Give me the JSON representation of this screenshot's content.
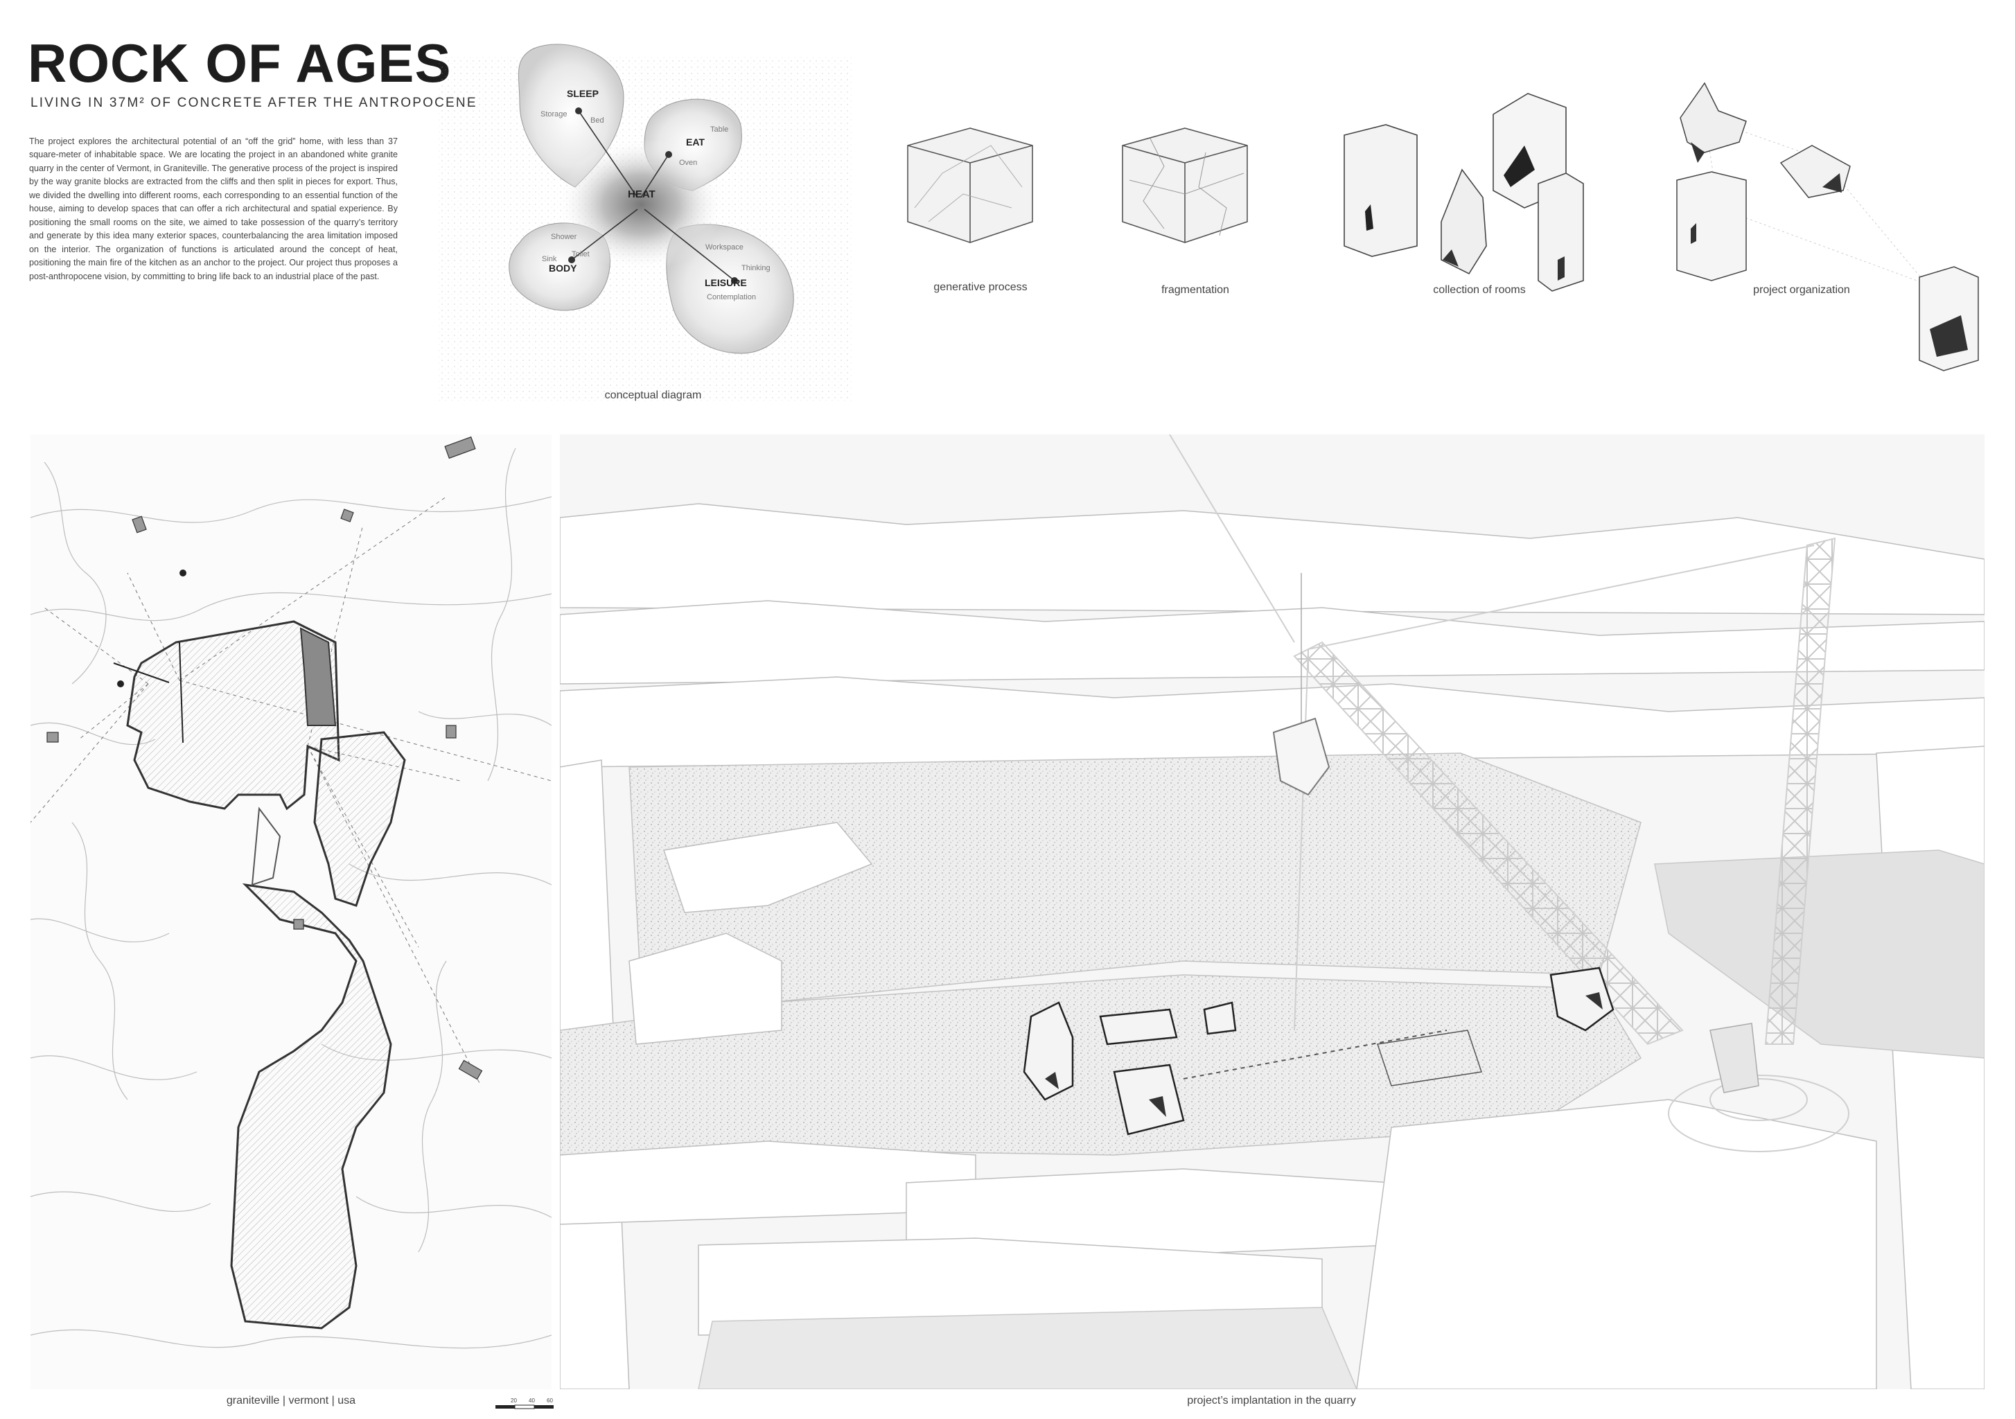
{
  "header": {
    "title": "ROCK OF AGES",
    "subtitle": "LIVING IN 37M² OF CONCRETE AFTER THE ANTROPOCENE",
    "intro": "The project explores the architectural potential of an “off the grid” home, with less than 37 square-meter of inhabitable space. We are locating the project in an abandoned white granite quarry in the center of Vermont, in Graniteville. The generative process of the project is inspired by the way granite blocks are extracted from the cliffs and then split in pieces for export. Thus, we divided the dwelling into different rooms, each corresponding to an essential function of the house, aiming to develop spaces that can offer a rich architectural and spatial experience. By positioning the small rooms on the site, we aimed to take possession of the quarry’s territory and generate by this idea many exterior spaces, counterbalancing the area limitation imposed on the interior. The organization of functions is articulated around the concept of heat, positioning the main fire of the kitchen as an anchor to the project. Our project thus proposes a post-anthropocene vision, by committing to bring life back to an industrial place of the past."
  },
  "concept_diagram": {
    "caption": "conceptual diagram",
    "center": "HEAT",
    "nodes": [
      {
        "label": "SLEEP",
        "subs": [
          "Storage",
          "Bed"
        ]
      },
      {
        "label": "EAT",
        "subs": [
          "Table",
          "Oven"
        ]
      },
      {
        "label": "BODY",
        "subs": [
          "Shower",
          "Sink",
          "Toilet"
        ]
      },
      {
        "label": "LEISURE",
        "subs": [
          "Workspace",
          "Thinking",
          "Contemplation"
        ]
      }
    ]
  },
  "process_diagrams": [
    {
      "caption": "generative process"
    },
    {
      "caption": "fragmentation"
    },
    {
      "caption": "collection of rooms"
    },
    {
      "caption": "project organization"
    }
  ],
  "site_plan": {
    "caption": "graniteville | vermont | usa",
    "scale_labels": [
      "20",
      "40",
      "60"
    ]
  },
  "quarry_view": {
    "caption": "project’s implantation in the quarry"
  }
}
